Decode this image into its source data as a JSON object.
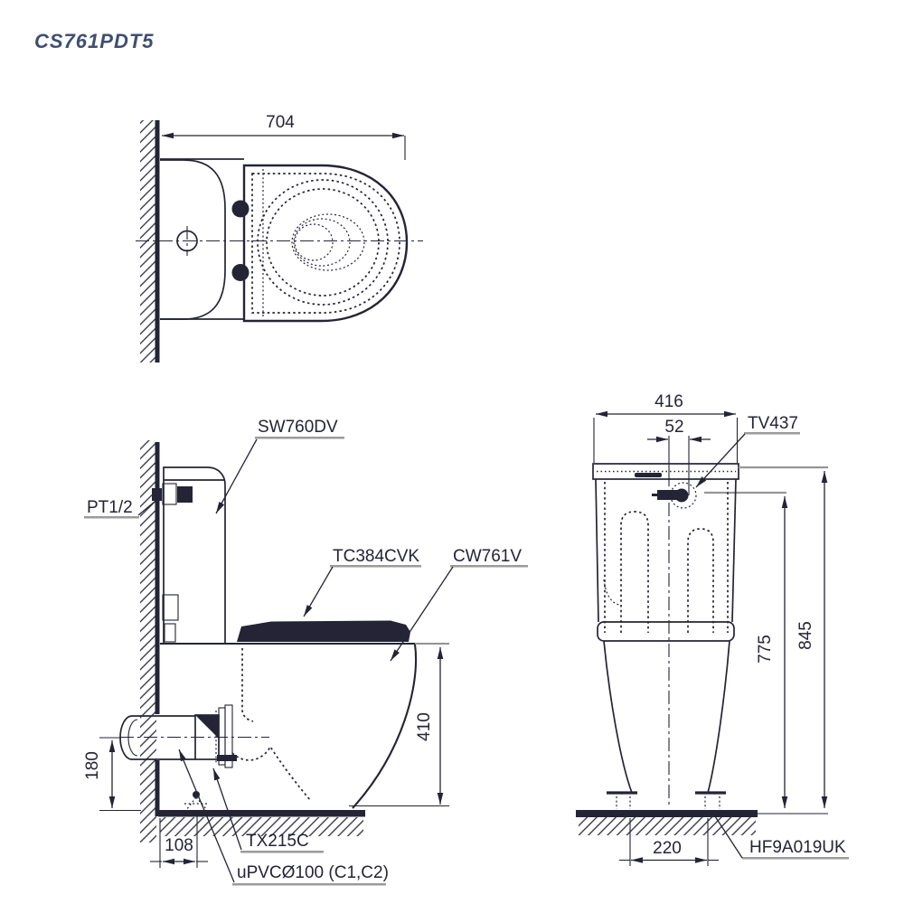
{
  "title": "CS761PDT5",
  "colors": {
    "ink": "#242436",
    "gray_accent": "#969696",
    "title_text": "#3e4f71",
    "paper": "#ffffff"
  },
  "top_view": {
    "dim_depth": "704"
  },
  "side_view": {
    "label_flush_valve": "SW760DV",
    "label_supply": "PT1/2",
    "label_seat": "TC384CVK",
    "label_bowl": "CW761V",
    "label_connector": "TX215C",
    "label_drain": "uPVCØ100 (C1,C2)",
    "dim_rim_height": "410",
    "dim_outlet_height": "180",
    "dim_outlet_offset": "108"
  },
  "rear_view": {
    "dim_width": "416",
    "dim_valve_offset": "52",
    "label_inlet_valve": "TV437",
    "dim_valve_height": "775",
    "dim_total_height": "845",
    "dim_foot_span": "220",
    "label_fixing": "HF9A019UK"
  }
}
